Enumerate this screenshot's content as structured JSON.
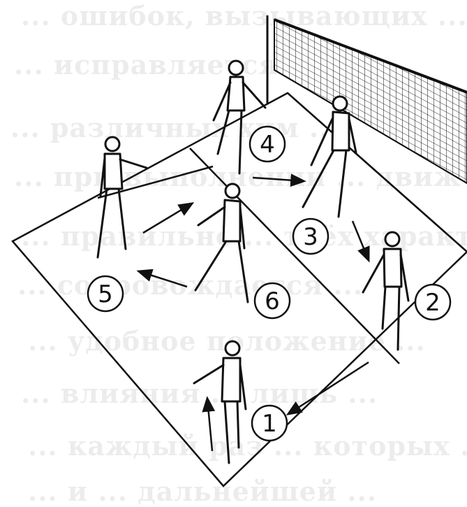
{
  "diagram": {
    "positions": [
      {
        "id": "1",
        "label": "1"
      },
      {
        "id": "2",
        "label": "2"
      },
      {
        "id": "3",
        "label": "3"
      },
      {
        "id": "4",
        "label": "4"
      },
      {
        "id": "5",
        "label": "5"
      },
      {
        "id": "6",
        "label": "6"
      }
    ],
    "rotation_direction": "clockwise",
    "colors": {
      "ink": "#111111",
      "background": "#ffffff"
    }
  },
  "background_text": {
    "lines": [
      "... ошибок, вызывающих ...",
      "... исправляется ...",
      "... различных хим ...",
      "... при выполнении ... движ ...",
      "... правильно ... трёх характер ...",
      "... сопровождается ...",
      "... удобное положение ...",
      "... влияния ... лишь ...",
      "... каждый раз ... которых ...",
      "... и ... дальнейшей ..."
    ]
  }
}
